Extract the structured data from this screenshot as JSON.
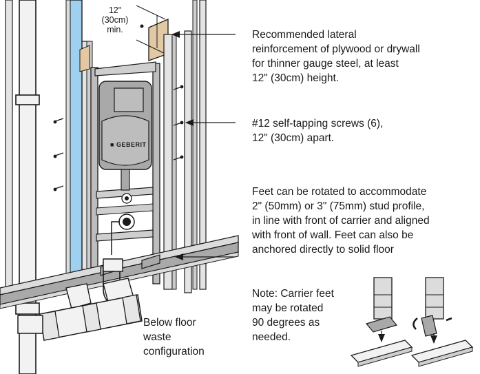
{
  "dimension_label": {
    "line1": "12\"",
    "line2": "(30cm)",
    "line3": "min."
  },
  "brand_logo": "GEBERIT",
  "callouts": {
    "reinforcement": {
      "line1": "Recommended lateral",
      "line2": "reinforcement of plywood or drywall",
      "line3": "for thinner gauge steel, at least",
      "line4": "12\" (30cm) height."
    },
    "screws": {
      "line1": "#12 self-tapping screws (6),",
      "line2": "12\" (30cm) apart."
    },
    "feet": {
      "line1": "Feet can be rotated to accommodate",
      "line2": "2\" (50mm) or 3\" (75mm) stud profile,",
      "line3": "in line with front of carrier and aligned",
      "line4": "with front of wall. Feet can also be",
      "line5": "anchored directly to solid floor"
    },
    "note": {
      "line1": "Note: Carrier feet",
      "line2": "may be rotated",
      "line3": "90 degrees as",
      "line4": "needed."
    },
    "waste": {
      "line1": "Below floor",
      "line2": "waste",
      "line3": "configuration"
    }
  },
  "colors": {
    "line": "#1a1a1a",
    "steel": "#dcdcdc",
    "steel_dark": "#a9a9a9",
    "carrier": "#bdbdbd",
    "blue_pipe": "#9fd0ef",
    "plywood": "#e2c9a4",
    "pipe": "#f2f2f2"
  }
}
